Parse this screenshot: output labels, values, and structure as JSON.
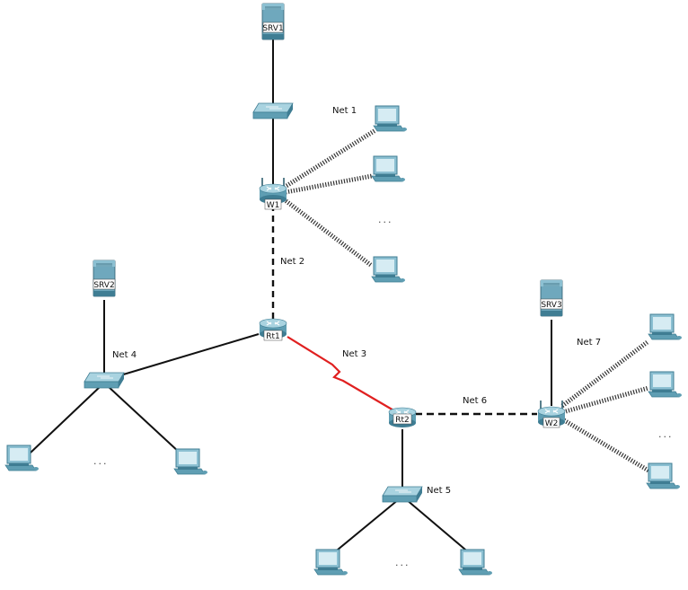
{
  "devices": {
    "srv1": {
      "label": "SRV1"
    },
    "srv2": {
      "label": "SRV2"
    },
    "srv3": {
      "label": "SRV3"
    },
    "w1": {
      "label": "W1"
    },
    "w2": {
      "label": "W2"
    },
    "rt1": {
      "label": "Rt1"
    },
    "rt2": {
      "label": "Rt2"
    }
  },
  "networks": {
    "net1": "Net 1",
    "net2": "Net 2",
    "net3": "Net 3",
    "net4": "Net 4",
    "net5": "Net 5",
    "net6": "Net 6",
    "net7": "Net 7"
  },
  "ellipsis": "...",
  "colors": {
    "wired": "#111111",
    "serial": "#e02020",
    "device": "#5f9eb3",
    "device_dark": "#3f7d93",
    "device_light": "#a9d3e0"
  }
}
